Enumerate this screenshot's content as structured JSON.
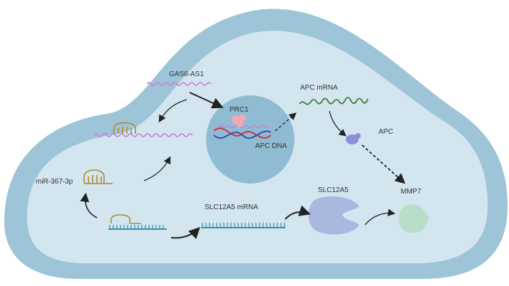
{
  "labels": {
    "lncrna": "GAS6-AS1",
    "prc1": "PRC1",
    "apc_dna": "APC DNA",
    "apc_mrna": "APC mRNA",
    "apc": "APC",
    "mirna": "miR-367-3p",
    "slc_mrna": "SLC12A5 mRNA",
    "slc": "SLC12A5",
    "mmp7": "MMP7"
  },
  "colors": {
    "cell_outer": "#9ec4d8",
    "cell_inner": "#d3e6f0",
    "nucleus": "#8fbcd2",
    "lncrna": "#c77ed6",
    "mirna": "#b08a2e",
    "mrna_apc": "#3d7a37",
    "mrna_slc": "#3a8fa8",
    "prc1": "#f2a7b4",
    "dna_red": "#d7303d",
    "dna_blue": "#3a4fb0",
    "apc_protein": "#8c90d8",
    "slc_protein": "#aab8e0",
    "mmp7_protein": "#b8ddc9",
    "arrow": "#222222"
  }
}
